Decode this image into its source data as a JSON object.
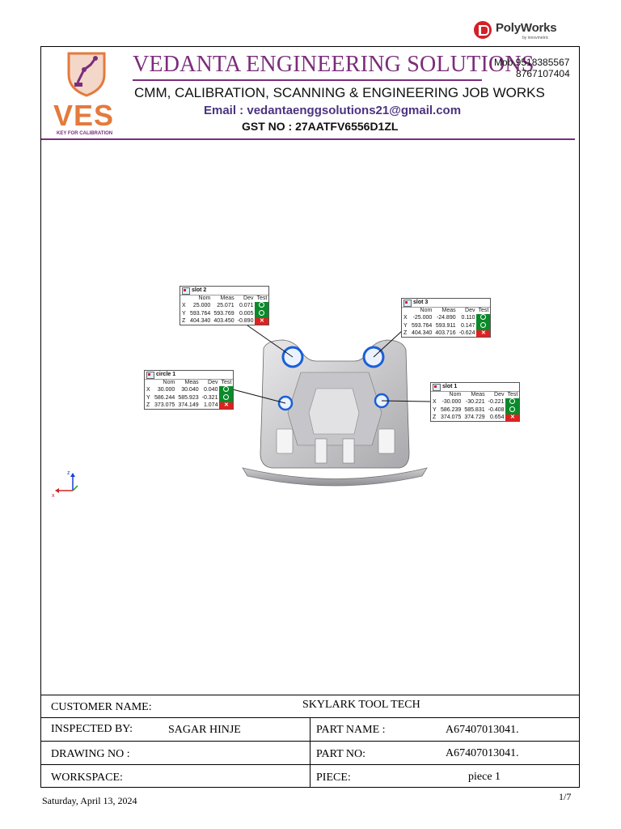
{
  "logo": {
    "brand": "PolyWorks",
    "sub": "by innovmetric"
  },
  "letterhead": {
    "ves_abbrev": "VES",
    "ves_tagline": "KEY FOR CALIBRATION",
    "company_name": "VEDANTA ENGINEERING SOLUTIONS",
    "services": "CMM, CALIBRATION, SCANNING & ENGINEERING JOB WORKS",
    "email": "Email : vedantaenggsolutions21@gmail.com",
    "gst": "GST NO : 27AATFV6556D1ZL",
    "mobile_label_1": "Mob.9518385567",
    "mobile_2": "8767107404",
    "accent_color": "#7b2d7b",
    "ves_color": "#e47a3c"
  },
  "triad": {
    "z": "z",
    "x": "x"
  },
  "col_headers": {
    "nom": "Nom",
    "meas": "Meas",
    "dev": "Dev",
    "test": "Test"
  },
  "features": [
    {
      "name": "slot 2",
      "rows": [
        {
          "axis": "X",
          "nom": "25.000",
          "meas": "25.071",
          "dev": "0.071",
          "test": "pass"
        },
        {
          "axis": "Y",
          "nom": "593.764",
          "meas": "593.769",
          "dev": "0.005",
          "test": "pass"
        },
        {
          "axis": "Z",
          "nom": "404.340",
          "meas": "403.450",
          "dev": "-0.890",
          "test": "fail"
        }
      ]
    },
    {
      "name": "slot 3",
      "rows": [
        {
          "axis": "X",
          "nom": "-25.000",
          "meas": "-24.890",
          "dev": "0.110",
          "test": "pass"
        },
        {
          "axis": "Y",
          "nom": "593.764",
          "meas": "593.911",
          "dev": "0.147",
          "test": "pass"
        },
        {
          "axis": "Z",
          "nom": "404.340",
          "meas": "403.716",
          "dev": "-0.624",
          "test": "fail"
        }
      ]
    },
    {
      "name": "circle 1",
      "rows": [
        {
          "axis": "X",
          "nom": "30.000",
          "meas": "30.040",
          "dev": "0.040",
          "test": "pass"
        },
        {
          "axis": "Y",
          "nom": "586.244",
          "meas": "585.923",
          "dev": "-0.321",
          "test": "pass"
        },
        {
          "axis": "Z",
          "nom": "373.075",
          "meas": "374.149",
          "dev": "1.074",
          "test": "fail"
        }
      ]
    },
    {
      "name": "slot 1",
      "rows": [
        {
          "axis": "X",
          "nom": "-30.000",
          "meas": "-30.221",
          "dev": "-0.221",
          "test": "pass"
        },
        {
          "axis": "Y",
          "nom": "586.239",
          "meas": "585.831",
          "dev": "-0.408",
          "test": "pass"
        },
        {
          "axis": "Z",
          "nom": "374.075",
          "meas": "374.729",
          "dev": "0.654",
          "test": "fail"
        }
      ]
    }
  ],
  "status_colors": {
    "pass": "#0a8a2a",
    "fail": "#e02020"
  },
  "info": {
    "customer_label": "CUSTOMER NAME:",
    "customer_value": "SKYLARK TOOL TECH",
    "inspected_label": "INSPECTED BY:",
    "inspected_value": "SAGAR HINJE",
    "part_name_label": "PART NAME :",
    "part_name_value": "A67407013041.",
    "drawing_label": "DRAWING NO :",
    "drawing_value": "",
    "part_no_label": "PART NO:",
    "part_no_value": "A67407013041.",
    "workspace_label": "WORKSPACE:",
    "workspace_value": "",
    "piece_label": "PIECE:",
    "piece_value": "piece 1"
  },
  "footer": {
    "date": "Saturday, April 13, 2024",
    "page": "1/7"
  }
}
